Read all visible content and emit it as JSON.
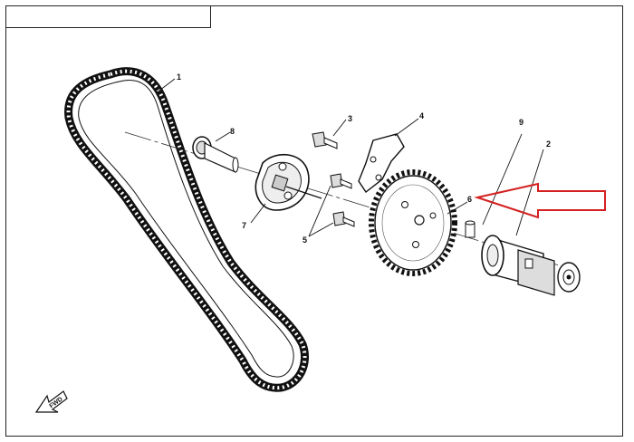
{
  "diagram": {
    "title_block_text": "",
    "callouts": [
      {
        "id": "chain",
        "label": "1"
      },
      {
        "id": "camshaft",
        "label": "2"
      },
      {
        "id": "bolt",
        "label": "3"
      },
      {
        "id": "lock-plate",
        "label": "4"
      },
      {
        "id": "bolts",
        "label": "5"
      },
      {
        "id": "sprocket-pin",
        "label": "6"
      },
      {
        "id": "tensioner-guide",
        "label": "7"
      },
      {
        "id": "shaft",
        "label": "8"
      },
      {
        "id": "dowel",
        "label": "9"
      }
    ],
    "direction_marker": "FWD",
    "highlight_color": "#d42020",
    "line_color": "#111111"
  }
}
